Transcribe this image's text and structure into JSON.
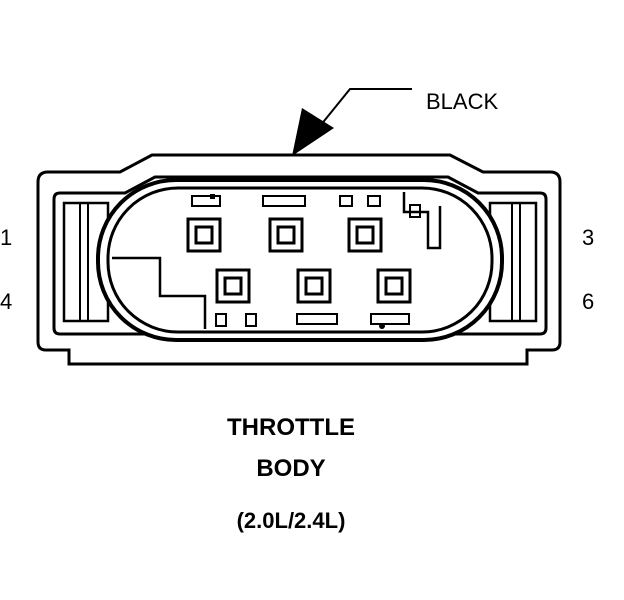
{
  "callout": {
    "color_label": "BLACK"
  },
  "pins": {
    "top_left": "1",
    "bottom_left": "4",
    "top_right": "3",
    "bottom_right": "6"
  },
  "caption": {
    "line1": "THROTTLE",
    "line2": "BODY",
    "line3": "(2.0L/2.4L)"
  },
  "colors": {
    "ink": "#000000",
    "background": "#ffffff"
  }
}
